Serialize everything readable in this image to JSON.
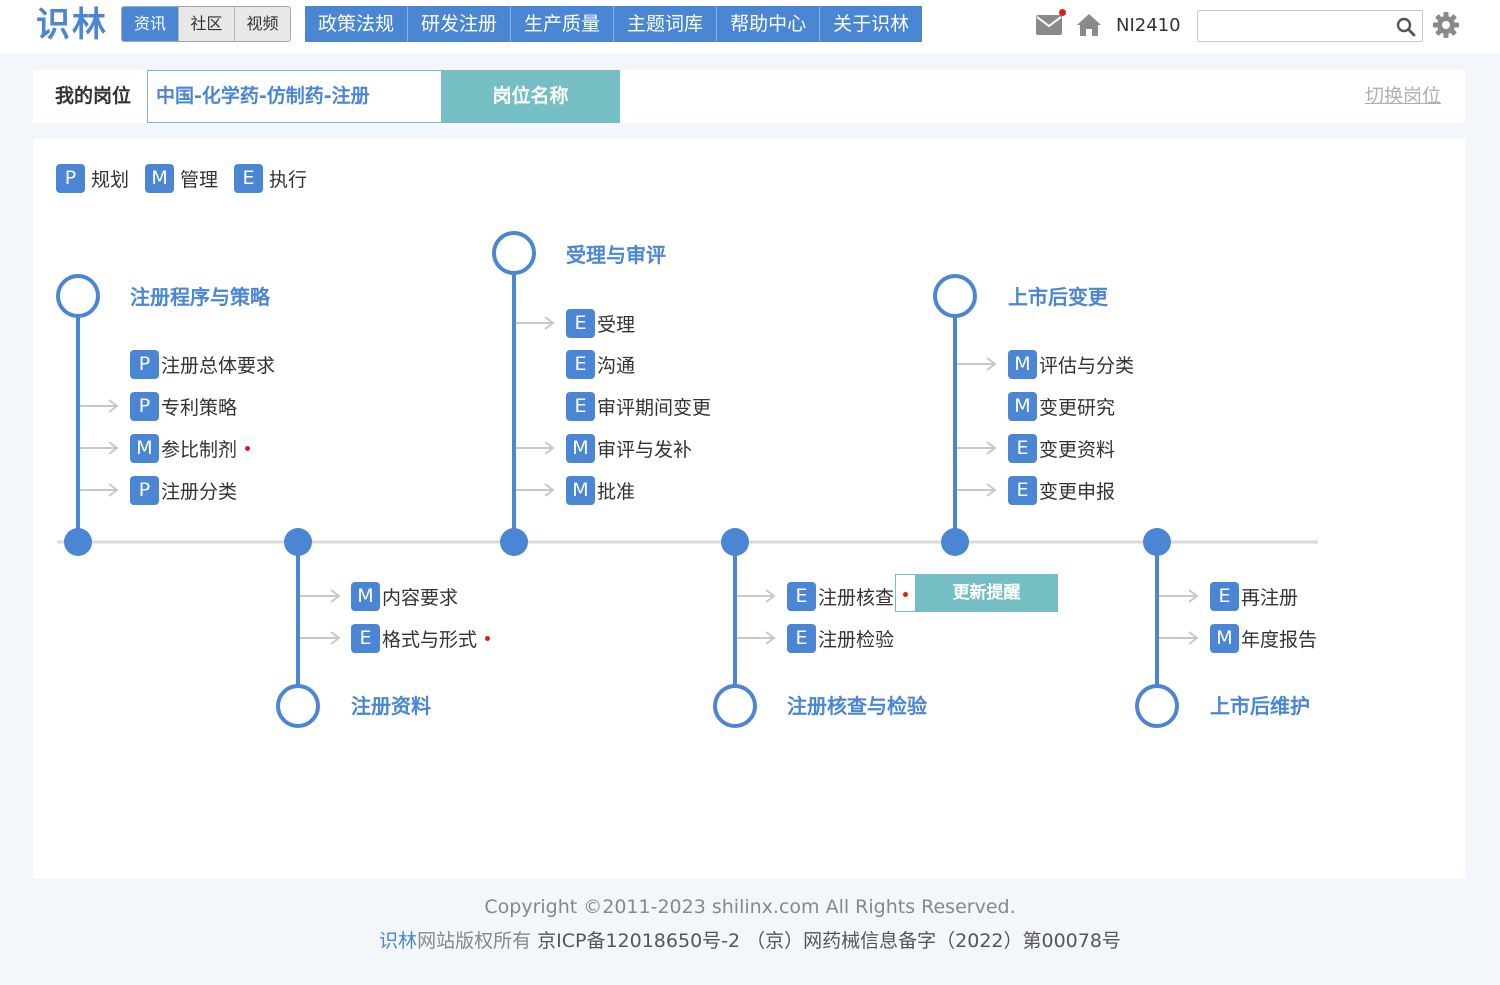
{
  "header": {
    "logo": "识林",
    "tabs": [
      "资讯",
      "社区",
      "视频"
    ],
    "nav": [
      "政策法规",
      "研发注册",
      "生产质量",
      "主题词库",
      "帮助中心",
      "关于识林"
    ],
    "user_id": "NI2410",
    "search_placeholder": "",
    "icons": [
      "mail-icon",
      "home-icon",
      "search-icon",
      "gear-icon"
    ],
    "accent_color": "#4a86d3"
  },
  "position": {
    "label": "我的岗位",
    "value": "中国-化学药-仿制药-注册",
    "button": "岗位名称",
    "switch_link": "切换岗位"
  },
  "legend": [
    {
      "badge": "P",
      "text": "规划"
    },
    {
      "badge": "M",
      "text": "管理"
    },
    {
      "badge": "E",
      "text": "执行"
    }
  ],
  "stages": [
    {
      "title": "注册程序与策略",
      "items": [
        {
          "badge": "P",
          "text": "注册总体要求",
          "dot": false
        },
        {
          "badge": "P",
          "text": "专利策略",
          "dot": false
        },
        {
          "badge": "M",
          "text": "参比制剂",
          "dot": true
        },
        {
          "badge": "P",
          "text": "注册分类",
          "dot": false
        }
      ]
    },
    {
      "title": "注册资料",
      "items": [
        {
          "badge": "M",
          "text": "内容要求",
          "dot": false
        },
        {
          "badge": "E",
          "text": "格式与形式",
          "dot": true
        }
      ]
    },
    {
      "title": "受理与审评",
      "items": [
        {
          "badge": "E",
          "text": "受理",
          "dot": false
        },
        {
          "badge": "E",
          "text": "沟通",
          "dot": false
        },
        {
          "badge": "E",
          "text": "审评期间变更",
          "dot": false
        },
        {
          "badge": "M",
          "text": "审评与发补",
          "dot": false
        },
        {
          "badge": "M",
          "text": "批准",
          "dot": false
        }
      ]
    },
    {
      "title": "注册核查与检验",
      "items": [
        {
          "badge": "E",
          "text": "注册核查",
          "dot": true
        },
        {
          "badge": "E",
          "text": "注册检验",
          "dot": false
        }
      ]
    },
    {
      "title": "上市后变更",
      "items": [
        {
          "badge": "M",
          "text": "评估与分类",
          "dot": false
        },
        {
          "badge": "M",
          "text": "变更研究",
          "dot": false
        },
        {
          "badge": "E",
          "text": "变更资料",
          "dot": false
        },
        {
          "badge": "E",
          "text": "变更申报",
          "dot": false
        }
      ]
    },
    {
      "title": "上市后维护",
      "items": [
        {
          "badge": "E",
          "text": "再注册",
          "dot": false
        },
        {
          "badge": "M",
          "text": "年度报告",
          "dot": false
        }
      ]
    }
  ],
  "reminder": {
    "label": "更新提醒"
  },
  "footer": {
    "copyright": "Copyright ©2011-2023 shilinx.com All Rights Reserved.",
    "brand": "识林",
    "owner": "网站版权所有",
    "icp": " 京ICP备12018650号-2 （京）网药械信息备字（2022）第00078号"
  }
}
